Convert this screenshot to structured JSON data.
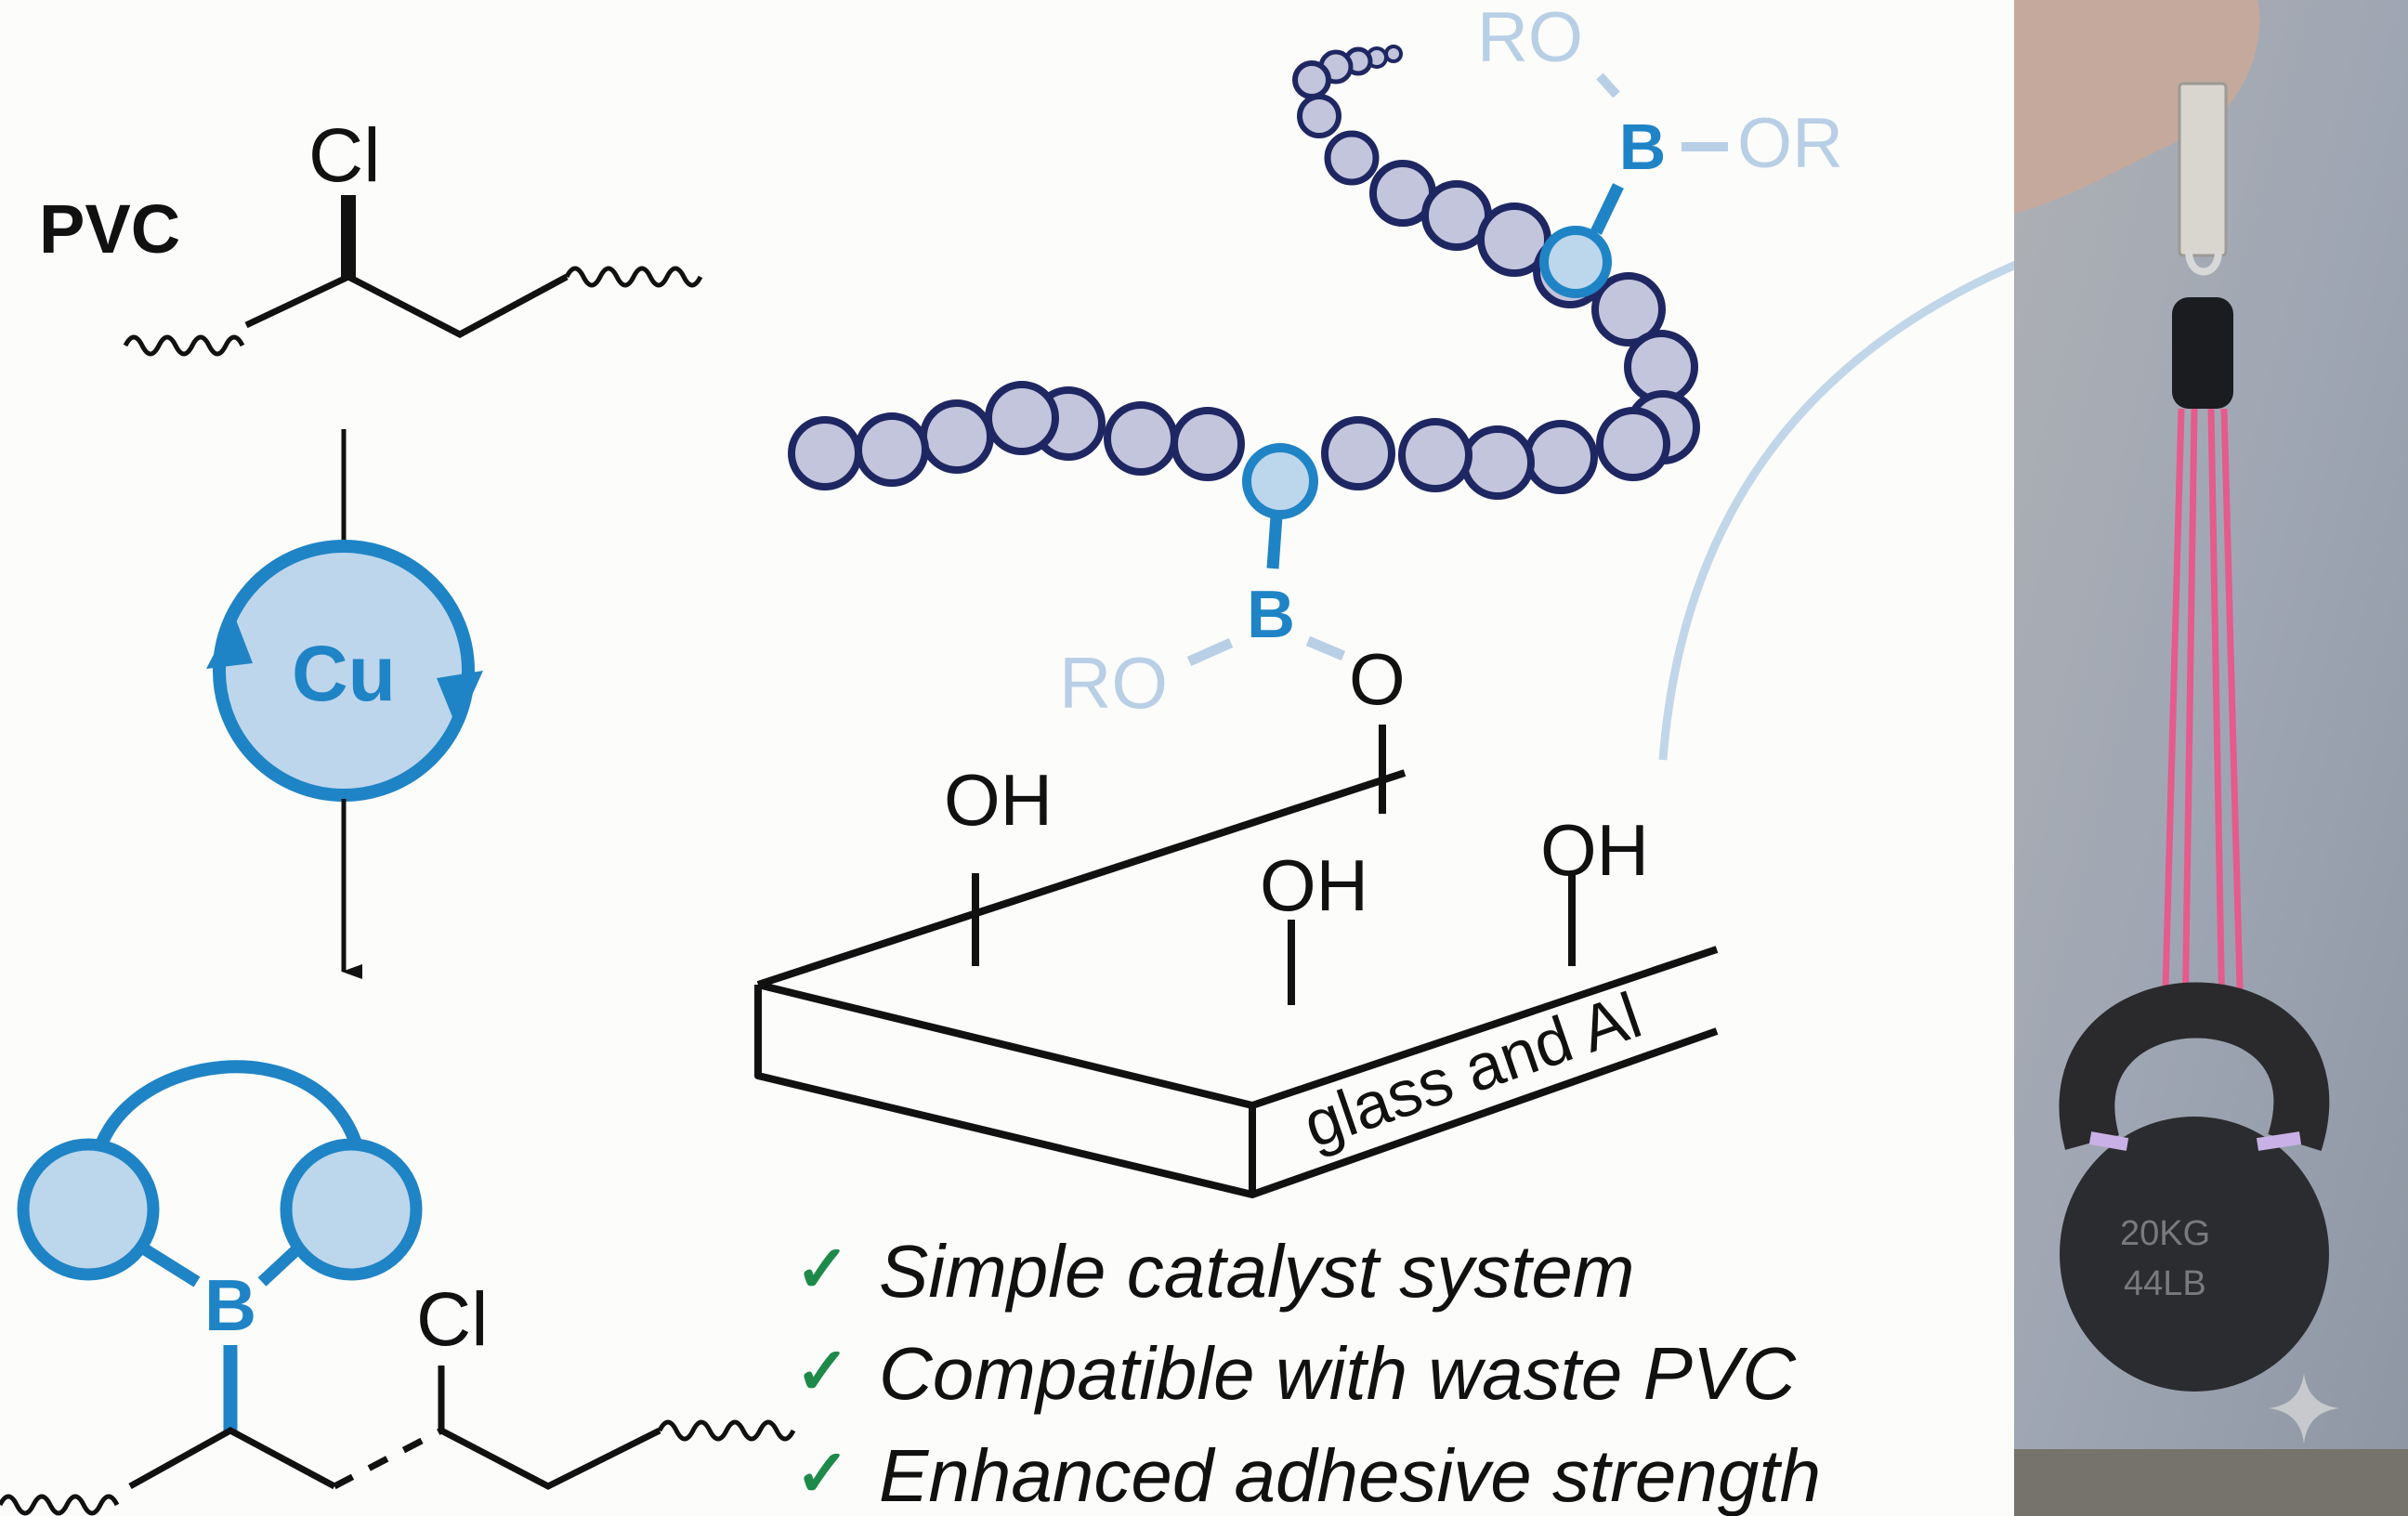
{
  "pvc_label": "PVC",
  "chlorine_top": "Cl",
  "chlorine_bottom": "Cl",
  "catalyst_label": "Cu",
  "boron_product": "B",
  "boron_chain_lower": "B",
  "boron_chain_upper": "B",
  "ro_lower": "RO",
  "o_lower": "O",
  "ro_upper": "RO",
  "or_upper": "OR",
  "oh_1": "OH",
  "oh_2": "OH",
  "oh_3": "OH",
  "substrate_label": "glass and Al",
  "benefits": [
    "Simple catalyst system",
    "Compatible with waste PVC",
    "Enhanced adhesive strength"
  ],
  "check_mark": "✓",
  "kettlebell_text_1": "20KG",
  "kettlebell_text_2": "44LB",
  "colors": {
    "accent_blue": "#1f84c5",
    "light_blue_fill": "#bcd6ec",
    "bead_fill": "#c2c5dc",
    "bead_stroke": "#1f2762",
    "faded_text": "#b8cfe6",
    "arrow_light": "#c2d6ea",
    "check_green": "#1e8a4a",
    "rope_pink": "#e45b8c"
  }
}
